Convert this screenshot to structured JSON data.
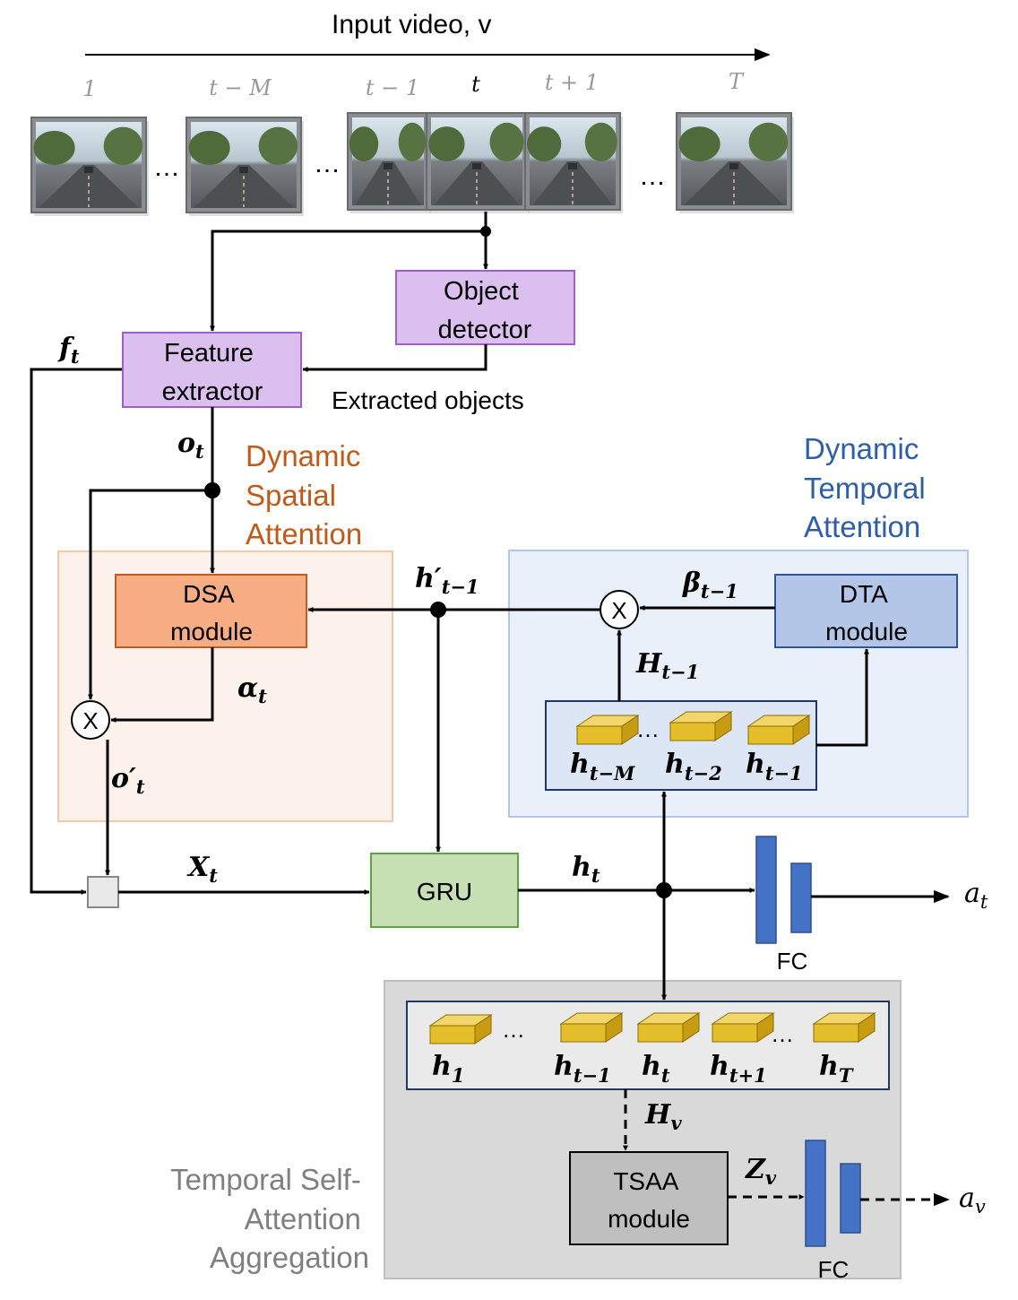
{
  "video": {
    "title": "Input video, v",
    "frame_labels": [
      "1",
      "t − M",
      "t − 1",
      "t",
      "t + 1",
      "T"
    ],
    "ellipsis": "…"
  },
  "blocks": {
    "object_detector": [
      "Object",
      "detector"
    ],
    "feature_extractor": [
      "Feature",
      "extractor"
    ],
    "extracted_objects": "Extracted objects",
    "dsa_module": [
      "DSA",
      "module"
    ],
    "dta_module": [
      "DTA",
      "module"
    ],
    "gru": "GRU",
    "tsaa_module": [
      "TSAA",
      "module"
    ],
    "fc": "FC"
  },
  "groups": {
    "dsa_title": [
      "Dynamic",
      "Spatial",
      "Attention"
    ],
    "dta_title": [
      "Dynamic",
      "Temporal",
      "Attention"
    ],
    "tsaa_title": [
      "Temporal Self-",
      "Attention",
      "Aggregation"
    ]
  },
  "symbols": {
    "multiply": "X",
    "f_t": "f",
    "o_t": "o",
    "alpha_t": "α",
    "o_prime_t": "o′",
    "x_t": "X",
    "h_prime": "h′",
    "beta": "β",
    "H_prev": "H",
    "h_t": "h",
    "H_v": "H",
    "Z_v": "Z",
    "a_t": "a",
    "a_v": "a"
  },
  "subscripts": {
    "t": "t",
    "t_minus_1": "t−1",
    "v": "v"
  },
  "memory_labels": {
    "dta": [
      "h",
      "h",
      "h"
    ],
    "dta_subs": [
      "t−M",
      "t−2",
      "t−1"
    ],
    "tsaa": [
      "h",
      "h",
      "h",
      "h",
      "h"
    ],
    "tsaa_subs": [
      "1",
      "t−1",
      "t",
      "t+1",
      "T"
    ]
  },
  "colors": {
    "dsa_fill": "#f6ad83",
    "dsa_stroke": "#c5581c",
    "dsa_group_fill": "#fcf1eb",
    "dsa_group_stroke": "#f4c9a8",
    "dsa_title": "#c05a1a",
    "dta_fill": "#b4c6e7",
    "dta_stroke": "#2f5597",
    "dta_group_fill": "#eaf0f9",
    "dta_group_stroke": "#b4c7e7",
    "dta_title": "#2f5ea8",
    "purple_fill": "#dbc0ef",
    "purple_stroke": "#9f5dce",
    "gru_fill": "#c6e0b4",
    "gru_stroke": "#5fa144",
    "tsaa_fill": "#bfbfbf",
    "tsaa_group_fill": "#d9d9d9",
    "tsaa_title": "#7f7f7f",
    "fc_blue": "#4472c4",
    "cube_gold": "#e5be2c"
  }
}
